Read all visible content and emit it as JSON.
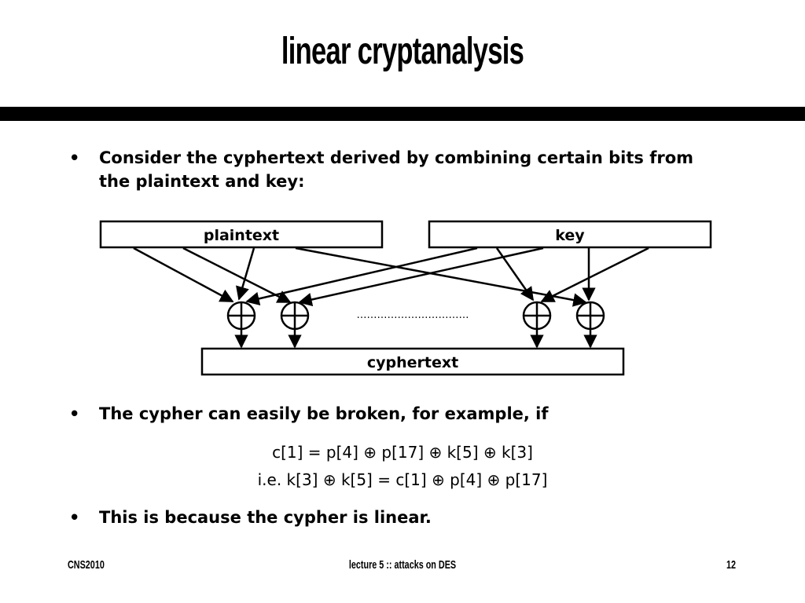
{
  "title": "linear cryptanalysis",
  "bullets": [
    {
      "marker": "•",
      "text": "Consider the cyphertext derived by combining certain bits from the plaintext and key:"
    },
    {
      "marker": "•",
      "text": "The cypher can easily be broken, for example, if"
    },
    {
      "marker": "•",
      "text": "This is because the cypher is linear."
    }
  ],
  "diagram": {
    "plaintext_label": "plaintext",
    "key_label": "key",
    "cyphertext_label": "cyphertext",
    "xor_symbol": "⊕",
    "ellipsis": "……………………………"
  },
  "equations": {
    "line1": "c[1] = p[4] ⊕ p[17] ⊕ k[5] ⊕ k[3]",
    "line2": "i.e.  k[3] ⊕ k[5] =  c[1] ⊕ p[4] ⊕ p[17]"
  },
  "footer": {
    "left": "CNS2010",
    "center": "lecture 5 :: attacks on DES",
    "right": "12"
  }
}
